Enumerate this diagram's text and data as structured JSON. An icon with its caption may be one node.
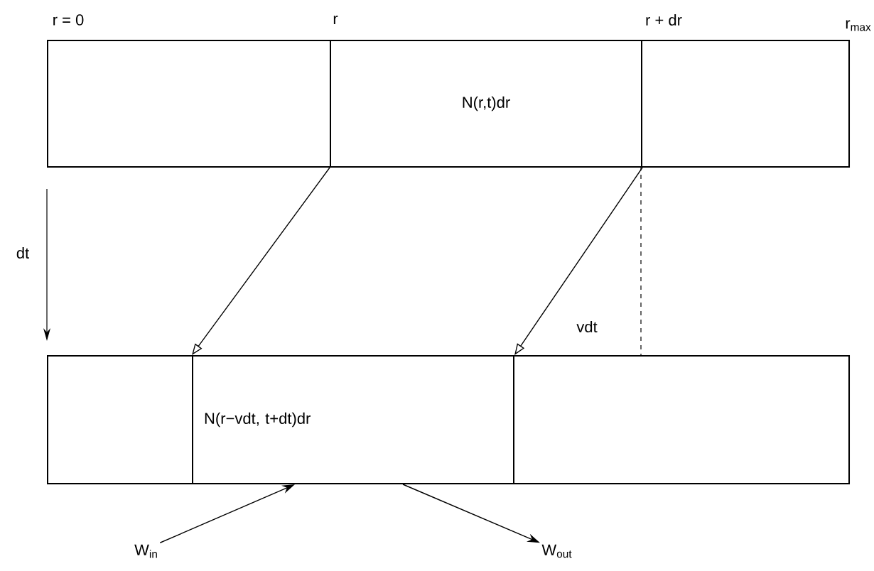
{
  "diagram": {
    "nodes": [
      {
        "text": [],
        "shape": "box"
      },
      {
        "text": [
          "N(r,t)dr"
        ]
      },
      {
        "text": [],
        "shape": "box"
      },
      {
        "text": [],
        "shape": "box"
      },
      {
        "text": [
          "N(r−vdt, t+dt)dr"
        ]
      },
      {
        "text": [],
        "shape": "box"
      },
      {
        "text": [
          "W$_{in}$"
        ]
      },
      {
        "text": [
          "W$_{out}$"
        ]
      }
    ],
    "edges": [
      {
        "from": 1,
        "to": 4,
        "arrow": "to"
      },
      {
        "from": 1,
        "to": 4,
        "arrow": "to"
      },
      {
        "from": 6,
        "to": 4,
        "arrow": "to"
      },
      {
        "from": 4,
        "to": 7,
        "arrow": "to"
      }
    ],
    "labels": [
      "r = 0",
      "r",
      "r + dr",
      "r$_{max}$",
      "dt",
      "vdt"
    ]
  }
}
